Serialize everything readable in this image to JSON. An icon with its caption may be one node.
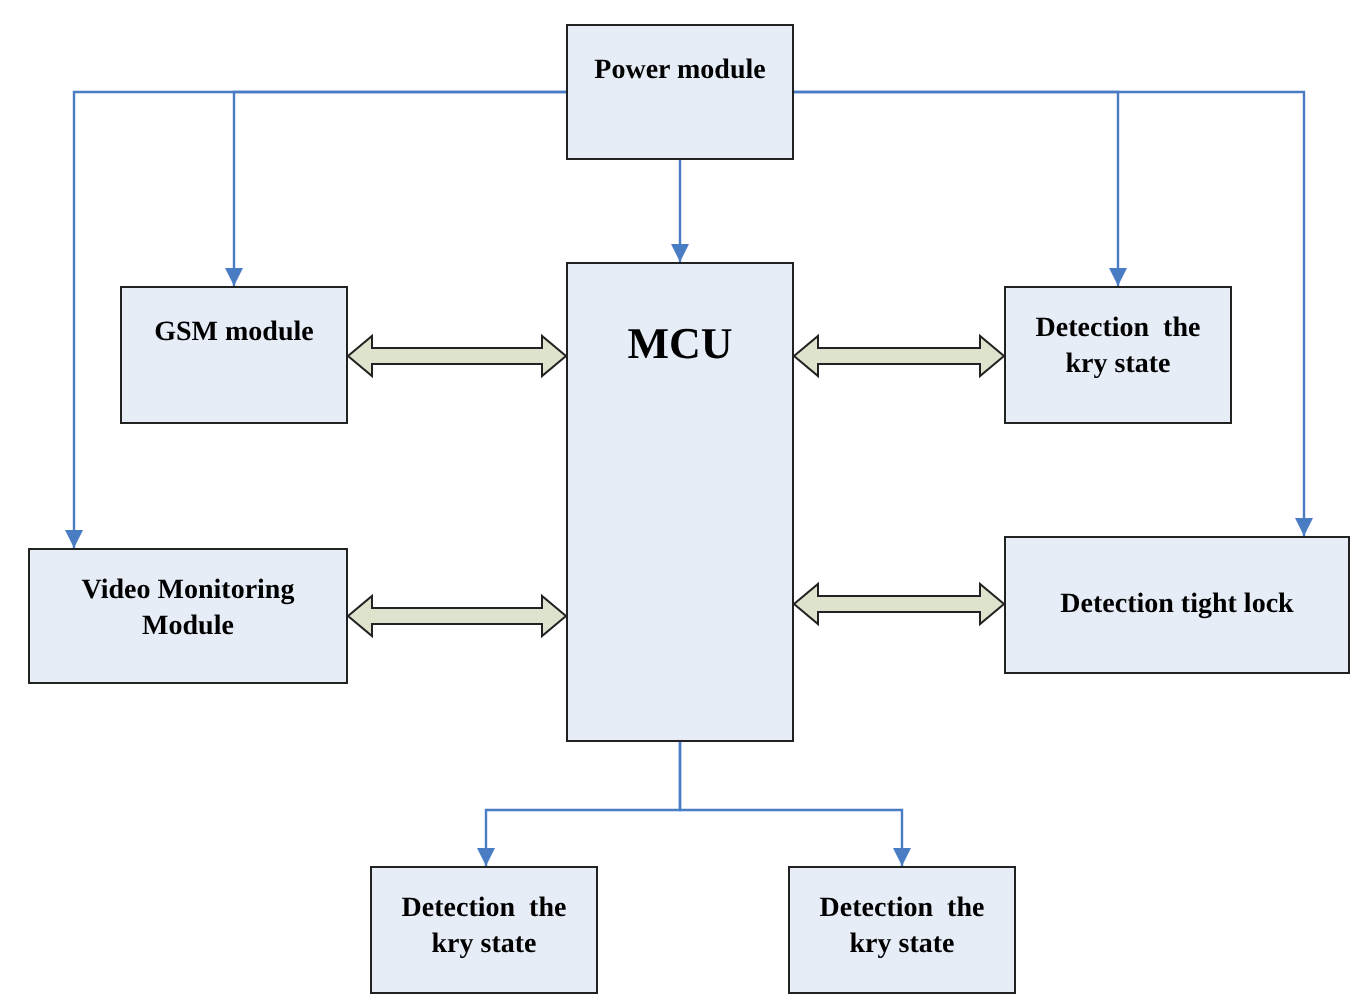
{
  "diagram": {
    "nodes": [
      {
        "text": [
          "Power module"
        ]
      },
      {
        "text": [
          "GSM module"
        ]
      },
      {
        "text": [
          "MCU"
        ]
      },
      {
        "text": [
          "Detection  the kry state"
        ]
      },
      {
        "text": [
          "Video Monitoring Module"
        ]
      },
      {
        "text": [
          "Detection tight lock"
        ]
      },
      {
        "text": [
          "Detection  the kry state"
        ]
      },
      {
        "text": [
          "Detection  the kry state"
        ]
      }
    ],
    "edges": [
      {
        "from": 0,
        "to": 1,
        "arrow": "to"
      },
      {
        "from": 0,
        "to": 4,
        "arrow": "to"
      },
      {
        "from": 0,
        "to": 2,
        "arrow": "to"
      },
      {
        "from": 0,
        "to": 3,
        "arrow": "to"
      },
      {
        "from": 0,
        "to": 5,
        "arrow": "to"
      },
      {
        "from": 2,
        "to": 1,
        "arrow": "both",
        "style": "thick",
        "color": "#dde3cc"
      },
      {
        "from": 2,
        "to": 4,
        "arrow": "both",
        "style": "thick",
        "color": "#dde3cc"
      },
      {
        "from": 2,
        "to": 3,
        "arrow": "both",
        "style": "thick",
        "color": "#dde3cc"
      },
      {
        "from": 2,
        "to": 5,
        "arrow": "both",
        "style": "thick",
        "color": "#dde3cc"
      },
      {
        "from": 2,
        "to": 6,
        "arrow": "to"
      },
      {
        "from": 2,
        "to": 7,
        "arrow": "to"
      }
    ]
  }
}
